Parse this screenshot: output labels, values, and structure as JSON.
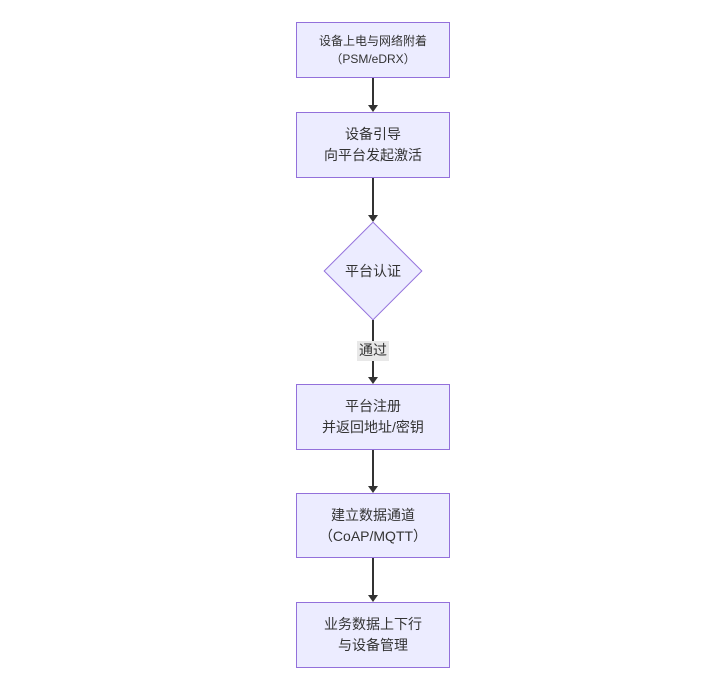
{
  "diagram": {
    "type": "flowchart-vertical",
    "colors": {
      "node-fill": "#ECECFF",
      "node-border": "#9370DB",
      "text-color": "#333333",
      "arrow-color": "#333333",
      "edge-label-bg": "#e8e8e8",
      "canvas-bg": "#ffffff"
    },
    "nodes": [
      {
        "id": "power-network-attach",
        "type": "rect",
        "lines": [
          "设备上电与网络附着",
          "（PSM/eDRX）"
        ]
      },
      {
        "id": "boot-activate",
        "type": "rect",
        "lines": [
          "设备引导",
          "向平台发起激活"
        ]
      },
      {
        "id": "platform-auth",
        "type": "diamond",
        "lines": [
          "平台认证"
        ]
      },
      {
        "id": "platform-register",
        "type": "rect",
        "lines": [
          "平台注册",
          "并返回地址/密钥"
        ]
      },
      {
        "id": "data-channel",
        "type": "rect",
        "lines": [
          "建立数据通道",
          "（CoAP/MQTT）"
        ]
      },
      {
        "id": "business-data",
        "type": "rect",
        "lines": [
          "业务数据上下行",
          "与设备管理"
        ]
      }
    ],
    "edges": [
      {
        "from": "power-network-attach",
        "to": "boot-activate",
        "label": ""
      },
      {
        "from": "boot-activate",
        "to": "platform-auth",
        "label": ""
      },
      {
        "from": "platform-auth",
        "to": "platform-register",
        "label": "通过"
      },
      {
        "from": "platform-register",
        "to": "data-channel",
        "label": ""
      },
      {
        "from": "data-channel",
        "to": "business-data",
        "label": ""
      }
    ]
  }
}
